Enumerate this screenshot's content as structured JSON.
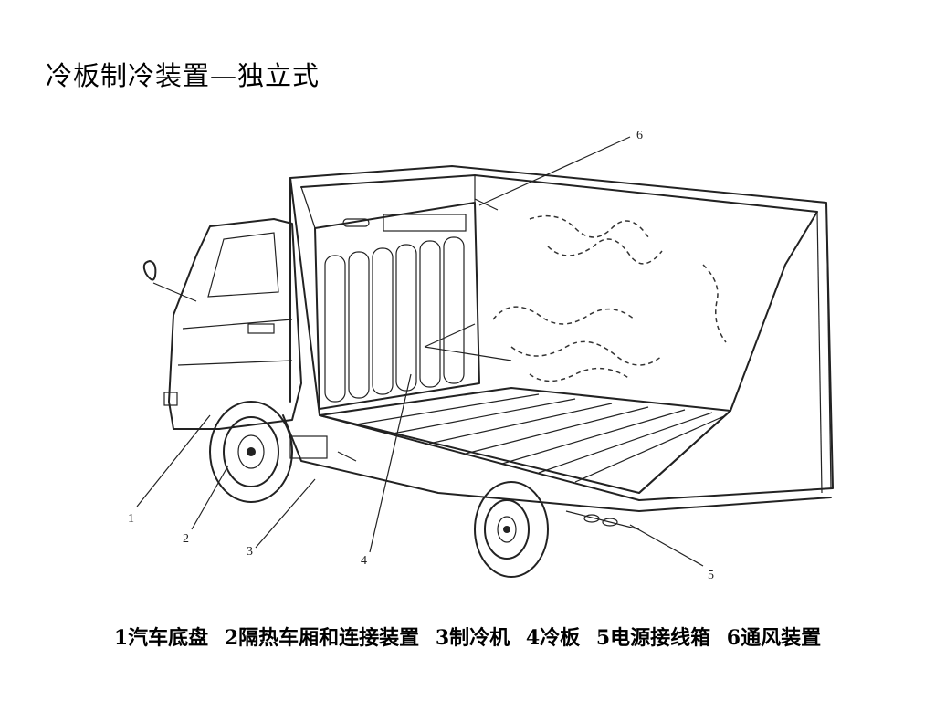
{
  "title": "冷板制冷装置—独立式",
  "diagram": {
    "callouts": [
      "1",
      "2",
      "3",
      "4",
      "5",
      "6"
    ]
  },
  "caption": {
    "items": [
      "1汽车底盘",
      "2隔热车厢和连接装置",
      "3制冷机",
      "4冷板",
      "5电源接线箱",
      "6通风装置"
    ]
  }
}
